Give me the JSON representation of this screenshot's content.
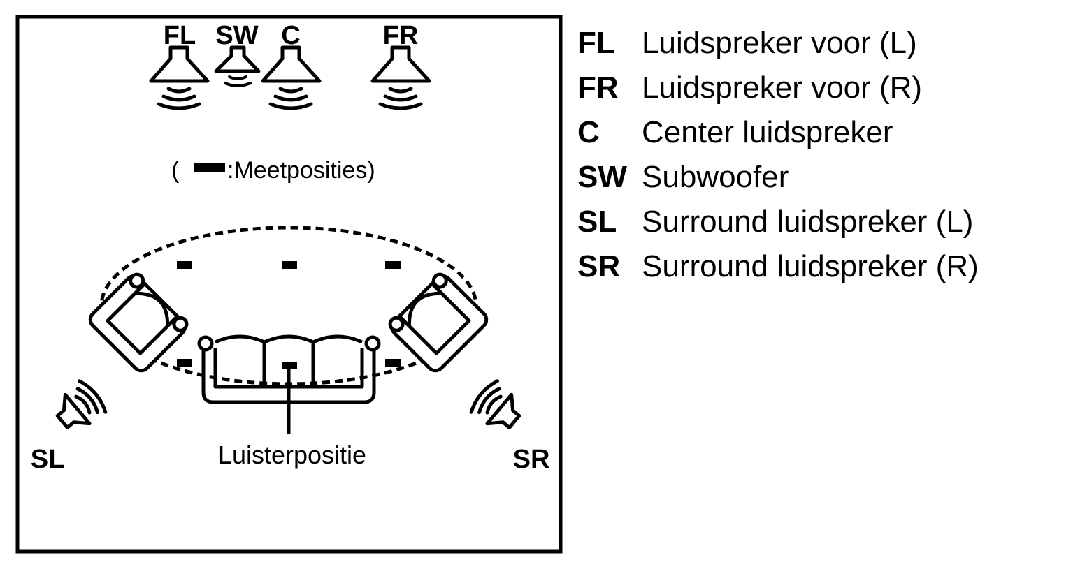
{
  "speakers_front": {
    "fl": "FL",
    "sw": "SW",
    "c": "C",
    "fr": "FR"
  },
  "speakers_surround": {
    "sl": "SL",
    "sr": "SR"
  },
  "measurement_note": {
    "open": "(",
    "text": ":Meetposities)"
  },
  "listening_position_label": "Luisterpositie",
  "legend": [
    {
      "abbr": "FL",
      "desc": "Luidspreker voor (L)"
    },
    {
      "abbr": "FR",
      "desc": "Luidspreker voor (R)"
    },
    {
      "abbr": "C",
      "desc": "Center luidspreker"
    },
    {
      "abbr": "SW",
      "desc": "Subwoofer"
    },
    {
      "abbr": "SL",
      "desc": "Surround luidspreker (L)"
    },
    {
      "abbr": "SR",
      "desc": "Surround luidspreker (R)"
    }
  ]
}
